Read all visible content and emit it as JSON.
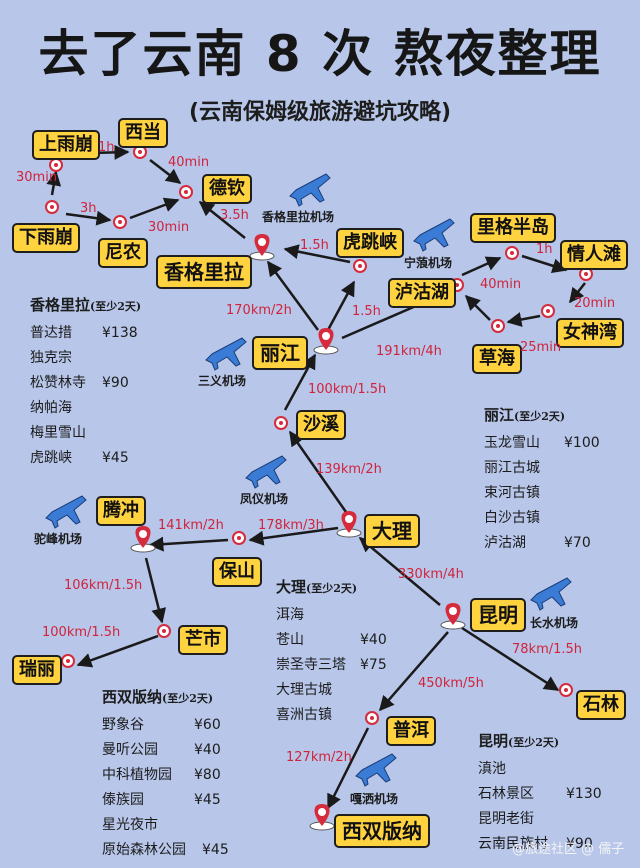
{
  "title": "去了云南 8 次 熬夜整理",
  "subtitle": "(云南保姆级旅游避坑攻略)",
  "places": {
    "shangyubeng": "上雨崩",
    "xidang": "西当",
    "deqin": "德钦",
    "xiayubeng": "下雨崩",
    "ninong": "尼农",
    "xianggelila": "香格里拉",
    "hutiaoxia": "虎跳峡",
    "ligebandao": "里格半岛",
    "qingrentan": "情人滩",
    "lugu": "泸沽湖",
    "nvshenwan": "女神湾",
    "caohai": "草海",
    "lijiang": "丽江",
    "shaxi": "沙溪",
    "dali": "大理",
    "tengchong": "腾冲",
    "baoshan": "保山",
    "kunming": "昆明",
    "mangshi": "芒市",
    "ruili": "瑞丽",
    "shilin": "石林",
    "puer": "普洱",
    "xishuangbanna": "西双版纳"
  },
  "routes": {
    "r1": "1h",
    "r2": "30min",
    "r3": "40min",
    "r4": "3h",
    "r5": "30min",
    "r6": "3.5h",
    "r7": "1.5h",
    "r8": "1.5h",
    "r9": "170km/2h",
    "r10": "1h",
    "r11": "40min",
    "r12": "20min",
    "r13": "25min",
    "r14": "191km/4h",
    "r15": "100km/1.5h",
    "r16": "139km/2h",
    "r17": "178km/3h",
    "r18": "141km/2h",
    "r19": "106km/1.5h",
    "r20": "100km/1.5h",
    "r21": "330km/4h",
    "r22": "78km/1.5h",
    "r23": "450km/5h",
    "r24": "127km/2h"
  },
  "airports": {
    "xianggelila": "香格里拉机场",
    "ninglang": "宁蒗机场",
    "sanyi": "三义机场",
    "fengyi": "凤仪机场",
    "tuofeng": "驼峰机场",
    "changshui": "长水机场",
    "gasa": "嘎洒机场"
  },
  "panels": {
    "xianggelila": {
      "name": "香格里拉",
      "note": "(至少2天)",
      "items": [
        {
          "n": "普达措",
          "p": "¥138"
        },
        {
          "n": "独克宗",
          "p": ""
        },
        {
          "n": "松赞林寺",
          "p": "¥90"
        },
        {
          "n": "纳帕海",
          "p": ""
        },
        {
          "n": "梅里雪山",
          "p": ""
        },
        {
          "n": "虎跳峡",
          "p": "¥45"
        }
      ]
    },
    "lijiang": {
      "name": "丽江",
      "note": "(至少2天)",
      "items": [
        {
          "n": "玉龙雪山",
          "p": "¥100"
        },
        {
          "n": "丽江古城",
          "p": ""
        },
        {
          "n": "束河古镇",
          "p": ""
        },
        {
          "n": "白沙古镇",
          "p": ""
        },
        {
          "n": "泸沽湖",
          "p": "¥70"
        }
      ]
    },
    "dali": {
      "name": "大理",
      "note": "(至少2天)",
      "items": [
        {
          "n": "洱海",
          "p": ""
        },
        {
          "n": "苍山",
          "p": "¥40"
        },
        {
          "n": "崇圣寺三塔",
          "p": "¥75"
        },
        {
          "n": "大理古城",
          "p": ""
        },
        {
          "n": "喜洲古镇",
          "p": ""
        }
      ]
    },
    "xishuangbanna": {
      "name": "西双版纳",
      "note": "(至少2天)",
      "items": [
        {
          "n": "野象谷",
          "p": "¥60"
        },
        {
          "n": "曼听公园",
          "p": "¥40"
        },
        {
          "n": "中科植物园",
          "p": "¥80"
        },
        {
          "n": "傣族园",
          "p": "¥45"
        },
        {
          "n": "星光夜市",
          "p": ""
        },
        {
          "n": "原始森林公园",
          "p": "¥45"
        }
      ]
    },
    "kunming": {
      "name": "昆明",
      "note": "(至少2天)",
      "items": [
        {
          "n": "滇池",
          "p": ""
        },
        {
          "n": "石林景区",
          "p": "¥130"
        },
        {
          "n": "昆明老街",
          "p": ""
        },
        {
          "n": "云南民族村",
          "p": "¥90"
        }
      ]
    }
  },
  "watermark": "@旅途社区 @ 儒子",
  "colors": {
    "background": "#b7c6e9",
    "label_bg": "#ffd23f",
    "route_text": "#d2233b",
    "pin": "#d62b3c",
    "arrow": "#1a1a1a",
    "plane": "#3a7bd5"
  }
}
